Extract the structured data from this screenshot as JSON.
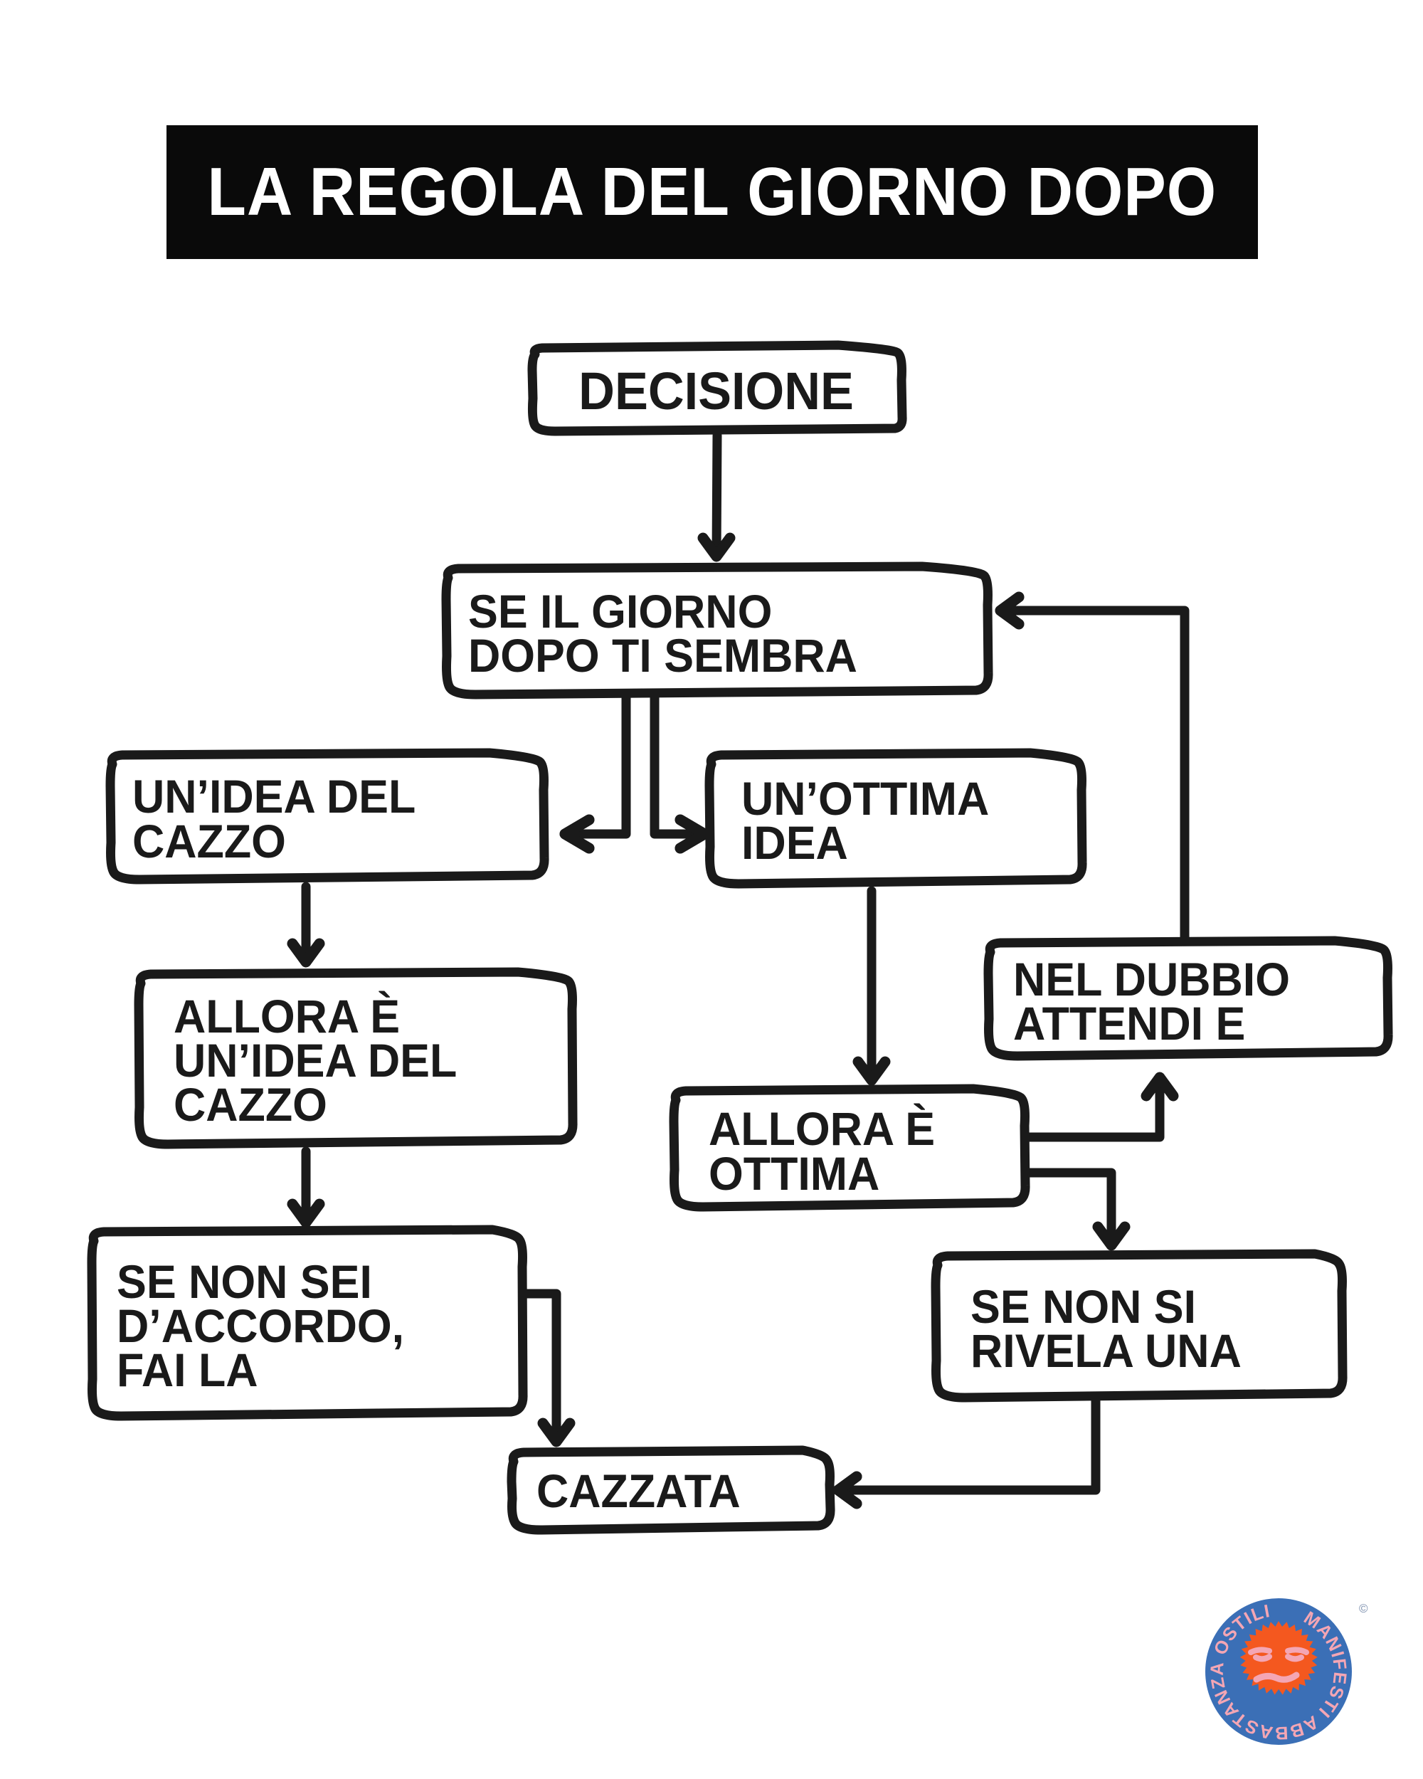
{
  "poster": {
    "title": "LA REGOLA DEL GIORNO DOPO",
    "language": "it",
    "background_color": "#ffffff",
    "ink_color": "#1a1a1a",
    "banner_color": "#0a0a0a",
    "banner_text_color": "#ffffff"
  },
  "flow": {
    "nodes": {
      "decisione": {
        "label": "DECISIONE"
      },
      "sembra": {
        "label": "SE IL GIORNO\nDOPO TI SEMBRA"
      },
      "idea_cazzo": {
        "label": "UN’IDEA DEL\nCAZZO"
      },
      "ottima_idea": {
        "label": "UN’OTTIMA\nIDEA"
      },
      "allora_cazzo": {
        "label": "ALLORA È\nUN’IDEA DEL\nCAZZO"
      },
      "nel_dubbio": {
        "label": "NEL DUBBIO\nATTENDI E"
      },
      "allora_ottima": {
        "label": "ALLORA È\nOTTIMA"
      },
      "non_accordo": {
        "label": "SE NON SEI\nD’ACCORDO,\nFAI LA"
      },
      "non_rivela": {
        "label": "SE NON SI\nRIVELA UNA"
      },
      "cazzata": {
        "label": "CAZZATA"
      }
    },
    "edges": [
      {
        "from": "decisione",
        "to": "sembra",
        "kind": "arrow-down"
      },
      {
        "from": "sembra",
        "to": "idea_cazzo",
        "kind": "arrow-left"
      },
      {
        "from": "sembra",
        "to": "ottima_idea",
        "kind": "arrow-right"
      },
      {
        "from": "idea_cazzo",
        "to": "allora_cazzo",
        "kind": "arrow-down"
      },
      {
        "from": "allora_cazzo",
        "to": "non_accordo",
        "kind": "arrow-down"
      },
      {
        "from": "non_accordo",
        "to": "cazzata",
        "kind": "arrow-down-elbow"
      },
      {
        "from": "ottima_idea",
        "to": "allora_ottima",
        "kind": "arrow-down"
      },
      {
        "from": "allora_ottima",
        "to": "nel_dubbio",
        "kind": "arrow-up-elbow"
      },
      {
        "from": "allora_ottima",
        "to": "non_rivela",
        "kind": "arrow-down-elbow"
      },
      {
        "from": "nel_dubbio",
        "to": "sembra",
        "kind": "arrow-left-loop"
      },
      {
        "from": "non_rivela",
        "to": "cazzata",
        "kind": "arrow-left-elbow"
      }
    ]
  },
  "logo": {
    "ring_text": "MANIFESTI ABBASTANZA OSTILI",
    "copyright_symbol": "©",
    "colors": {
      "ring": "#3b6fb6",
      "ring_text": "#f4a6b4",
      "face": "#f4581f",
      "features": "#f4a6b4",
      "copyright": "#7c8fae"
    },
    "face_expression": "grumpy-face-icon"
  }
}
